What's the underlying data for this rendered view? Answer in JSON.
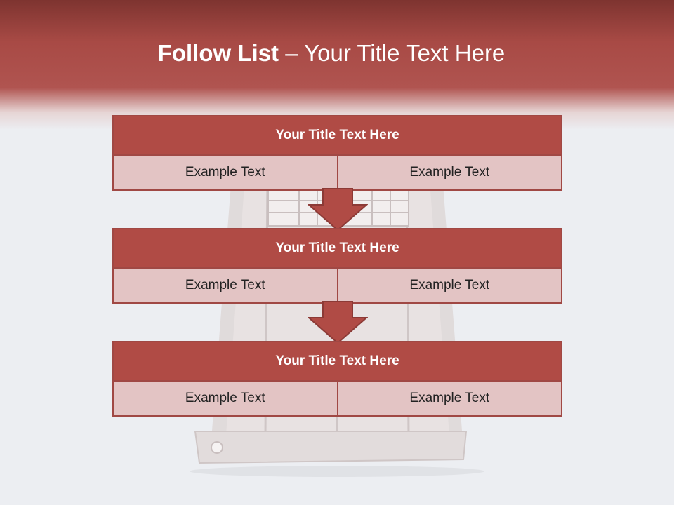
{
  "slide": {
    "title_bold": "Follow List",
    "title_rest": " – Your Title Text Here"
  },
  "tables": [
    {
      "title": "Your Title Text Here",
      "cells": [
        "Example Text",
        "Example Text"
      ]
    },
    {
      "title": "Your Title Text Here",
      "cells": [
        "Example Text",
        "Example Text"
      ]
    },
    {
      "title": "Your Title Text Here",
      "cells": [
        "Example Text",
        "Example Text"
      ]
    }
  ],
  "colors": {
    "banner": "#b04b45",
    "header_fill": "#b04b45",
    "cell_fill": "#e3c4c4",
    "border": "#a04844",
    "background": "#eceef2"
  },
  "icons": [
    "down-arrow-icon",
    "down-arrow-icon"
  ]
}
